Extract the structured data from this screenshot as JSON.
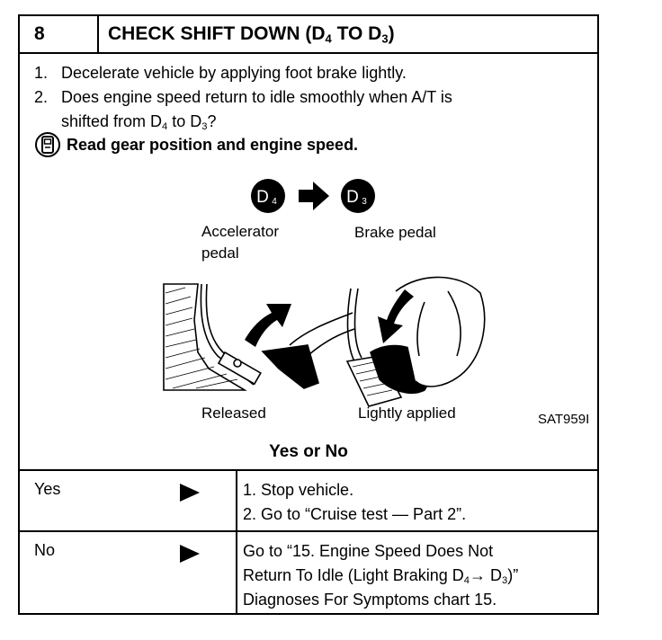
{
  "header": {
    "step_number": "8",
    "title_pre": "CHECK SHIFT DOWN (D",
    "title_sub1": "4",
    "title_mid": " TO D",
    "title_sub2": "3",
    "title_post": ")"
  },
  "steps": [
    {
      "num": "1.",
      "text": "Decelerate vehicle by applying foot brake lightly."
    },
    {
      "num": "2.",
      "line1": "Does engine speed return to idle smoothly when A/T is",
      "line2_pre": "shifted from D",
      "line2_sub1": "4",
      "line2_mid": " to D",
      "line2_sub2": "3",
      "line2_post": "?"
    }
  ],
  "read_instruction": "Read gear position and engine speed.",
  "figure": {
    "gear_from": "D4",
    "gear_to": "D3",
    "label_accelerator_line1": "Accelerator",
    "label_accelerator_line2": "pedal",
    "label_brake": "Brake pedal",
    "label_released": "Released",
    "label_lightly_applied": "Lightly applied",
    "figure_code": "SAT959I"
  },
  "yes_or_no": "Yes or No",
  "yes_row": {
    "answer": "Yes",
    "line1": "1. Stop vehicle.",
    "line2": "2. Go to “Cruise test — Part 2”."
  },
  "no_row": {
    "answer": "No",
    "line1": "Go to “15. Engine Speed Does Not",
    "line2_pre": "Return To Idle (Light Braking D",
    "line2_sub1": "4",
    "line2_mid": "→ D",
    "line2_sub2": "3",
    "line2_post": ")”",
    "line3": "Diagnoses For Symptoms chart  15."
  }
}
